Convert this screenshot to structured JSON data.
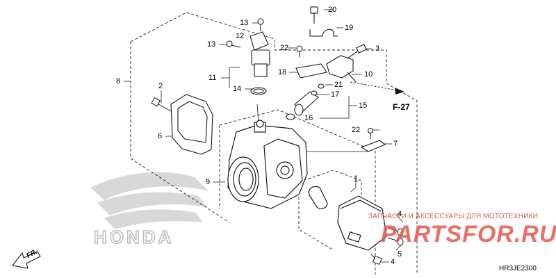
{
  "callouts": [
    {
      "id": "c1",
      "text": "1"
    },
    {
      "id": "c2",
      "text": "2"
    },
    {
      "id": "c3",
      "text": "3"
    },
    {
      "id": "c4a",
      "text": "4"
    },
    {
      "id": "c4b",
      "text": "4"
    },
    {
      "id": "c5",
      "text": "5"
    },
    {
      "id": "c6",
      "text": "6"
    },
    {
      "id": "c7",
      "text": "7"
    },
    {
      "id": "c8",
      "text": "8"
    },
    {
      "id": "c9",
      "text": "9"
    },
    {
      "id": "c10",
      "text": "10"
    },
    {
      "id": "c11",
      "text": "11"
    },
    {
      "id": "c12",
      "text": "12"
    },
    {
      "id": "c13a",
      "text": "13"
    },
    {
      "id": "c13b",
      "text": "13"
    },
    {
      "id": "c14",
      "text": "14"
    },
    {
      "id": "c15",
      "text": "15"
    },
    {
      "id": "c16",
      "text": "16"
    },
    {
      "id": "c17",
      "text": "17"
    },
    {
      "id": "c18",
      "text": "18"
    },
    {
      "id": "c19",
      "text": "19"
    },
    {
      "id": "c20",
      "text": "20"
    },
    {
      "id": "c21",
      "text": "21"
    },
    {
      "id": "c22a",
      "text": "22"
    },
    {
      "id": "c22b",
      "text": "22"
    }
  ],
  "ref_label": "F-27",
  "direction_label": "FR.",
  "diagram_code": "HR3JE2300",
  "logo_text": "HONDA",
  "watermark": {
    "line1": "ЗАПЧАСТИ И АКСЕССУАРЫ ДЛЯ МОТОТЕХНИКИ",
    "brand": "PARTSFOR.RU"
  },
  "colors": {
    "line": "#1a1a1a",
    "watermark": "#e8574e",
    "logo": "#cfcfcf"
  }
}
